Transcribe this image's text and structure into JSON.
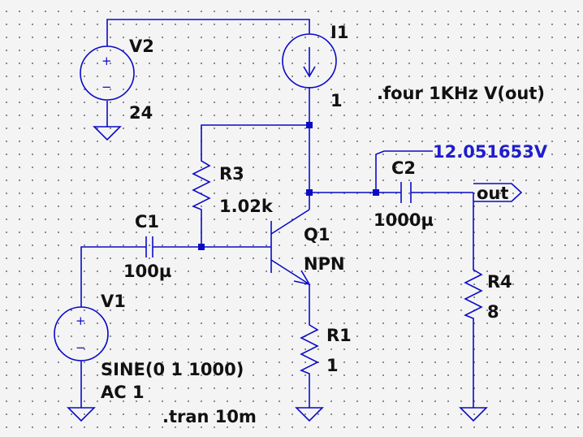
{
  "schematic": {
    "components": {
      "v2": {
        "name": "V2",
        "value": "24"
      },
      "i1": {
        "name": "I1",
        "value": "1"
      },
      "r3": {
        "name": "R3",
        "value": "1.02k"
      },
      "c1": {
        "name": "C1",
        "value": "100µ"
      },
      "c2": {
        "name": "C2",
        "value": "1000µ"
      },
      "q1": {
        "name": "Q1",
        "value": "NPN"
      },
      "r1": {
        "name": "R1",
        "value": "1"
      },
      "r4": {
        "name": "R4",
        "value": "8"
      },
      "v1": {
        "name": "V1",
        "value_line1": "SINE(0 1 1000)",
        "value_line2": "AC 1"
      }
    },
    "directives": {
      "four": ".four 1KHz V(out)",
      "tran": ".tran 10m"
    },
    "probe_voltage": "12.051653V",
    "net_label_out": "out",
    "source_signs": {
      "plus": "+",
      "minus": "−"
    },
    "colors": {
      "wire": "#0a0ac8",
      "label": "#111111",
      "probe": "#1e1ecc",
      "background": "#f4f4f4"
    }
  }
}
